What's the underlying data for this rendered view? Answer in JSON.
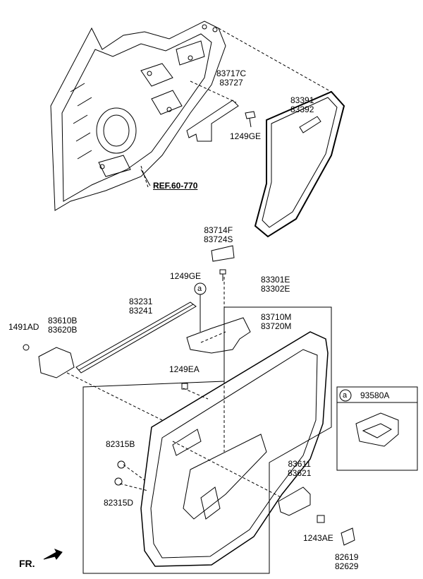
{
  "labels": {
    "p83717": [
      "83717C",
      "83727"
    ],
    "p83391": [
      "83391",
      "83392"
    ],
    "p1249ge_top": "1249GE",
    "ref": "REF.60-770",
    "p83714": [
      "83714F",
      "83724S"
    ],
    "p1249ge_mid": "1249GE",
    "p83301": [
      "83301E",
      "83302E"
    ],
    "p83231": [
      "83231",
      "83241"
    ],
    "p83710": [
      "83710M",
      "83720M"
    ],
    "p1491": "1491AD",
    "p83610": [
      "83610B",
      "83620B"
    ],
    "p1249ea": "1249EA",
    "p82315b": "82315B",
    "p82315d": "82315D",
    "p83611": [
      "83611",
      "83621"
    ],
    "p1243": "1243AE",
    "p82619": [
      "82619",
      "82629"
    ],
    "fr": "FR."
  },
  "inset": {
    "callout": "a",
    "part": "93580A"
  },
  "callout_main": "a"
}
